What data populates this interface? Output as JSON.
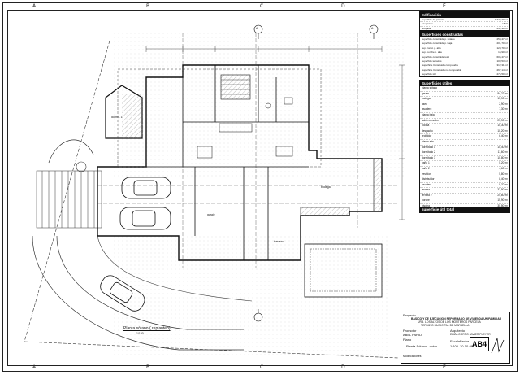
{
  "sheet": {
    "grid_letters_top": [
      "A",
      "B",
      "C",
      "D",
      "E"
    ],
    "grid_letters_bottom": [
      "A",
      "B",
      "C",
      "D",
      "E"
    ]
  },
  "summary_panel": {
    "header": "Edificación",
    "rows": [
      {
        "label": "superficie de parcela",
        "value": "1.344,20 m²"
      },
      {
        "label": "ocupación",
        "value": "18 %"
      },
      {
        "label": "ocupada",
        "value": "241,30 m²"
      },
      {
        "label": "edificabilidad",
        "value": "492,30 m²"
      }
    ]
  },
  "areas_panel": {
    "header": "Superficies construidas",
    "rows": [
      {
        "label": "superficie construida p. sótano",
        "value": "258,47 m²"
      },
      {
        "label": "superficie construida p. baja",
        "value": "201,70 m²"
      },
      {
        "label": "sup. const. p. alta",
        "value": "128,70 m²"
      },
      {
        "label": "sup. porche p. alta",
        "value": "15,90 m²"
      },
      {
        "label": "superficie construida total",
        "value": "605,47 m²"
      },
      {
        "label": "superficie terrazas",
        "value": "103,53 m²"
      },
      {
        "label": "Superficie Construida computable",
        "value": "312,31 m²"
      },
      {
        "label": "Superficie Construida no computable",
        "value": "267,14 m²"
      },
      {
        "label": "superficie útil",
        "value": "276,50 m²"
      }
    ]
  },
  "rooms_panel": {
    "header": "Superficies útiles",
    "rows": [
      {
        "label": "planta sótano",
        "value": ""
      },
      {
        "label": "garaje",
        "value": "84,22 m²"
      },
      {
        "label": "bodega",
        "value": "13,90 m²"
      },
      {
        "label": "aseo",
        "value": "2,90 m²"
      },
      {
        "label": "lavadero",
        "value": "7,30 m²"
      },
      {
        "label": "planta baja",
        "value": ""
      },
      {
        "label": "salón comedor",
        "value": "27,90 m²"
      },
      {
        "label": "cocina",
        "value": "15,30 m²"
      },
      {
        "label": "despacho",
        "value": "10,20 m²"
      },
      {
        "label": "recibidor",
        "value": "6,40 m²"
      },
      {
        "label": "planta alta",
        "value": ""
      },
      {
        "label": "dormitorio 1",
        "value": "15,40 m²"
      },
      {
        "label": "dormitorio 2",
        "value": "11,60 m²"
      },
      {
        "label": "dormitorio 3",
        "value": "10,80 m²"
      },
      {
        "label": "baño 1",
        "value": "5,20 m²"
      },
      {
        "label": "baño 2",
        "value": "4,60 m²"
      },
      {
        "label": "vestidor",
        "value": "5,80 m²"
      },
      {
        "label": "distribuidor",
        "value": "8,40 m²"
      },
      {
        "label": "escalera",
        "value": "9,70 m²"
      },
      {
        "label": "terraza 1",
        "value": "32,50 m²"
      },
      {
        "label": "terraza 2",
        "value": "24,60 m²"
      },
      {
        "label": "porche",
        "value": "15,90 m²"
      },
      {
        "label": "piscina",
        "value": "30,50 m²"
      },
      {
        "label": "solarium",
        "value": "22,30 m²"
      }
    ],
    "footer": "superficie útil total"
  },
  "title_block": {
    "project_label": "Proyecto",
    "project_title": "BASICO Y DE EJECUCION REFORMADO DE VIVIENDA UNIFAMILIAR",
    "project_line2": "URB. LOS ALTOS DE LOS MONTEROS PARCELA",
    "project_line3": "TERMINO MUNICIPAL DE MARBELLA",
    "promoter_label": "Promotor",
    "promoter": "ABEL FARID",
    "architect_label": "Arquitecto",
    "architect": "ELIZA CORRO JAVIER PLEYER",
    "plan_label": "Plano",
    "plan_name": "Planta Sótano - cotas",
    "scale_label": "Escala",
    "scale": "1:100",
    "date_label": "Fecha",
    "date": "10-10-06",
    "sheet_code": "AB4",
    "modifications_label": "Modificaciones"
  },
  "plan_labels": {
    "section_mark": "A",
    "plan_caption": "Planta sótano ( replanteo)",
    "plan_caption_scale": "1/100",
    "bedroom": "dormit. 1",
    "garage": "garaje",
    "cellar": "bodega",
    "storage": "trastero"
  },
  "colors": {
    "ink": "#111111",
    "paper": "#ffffff",
    "hatch": "#888888"
  }
}
